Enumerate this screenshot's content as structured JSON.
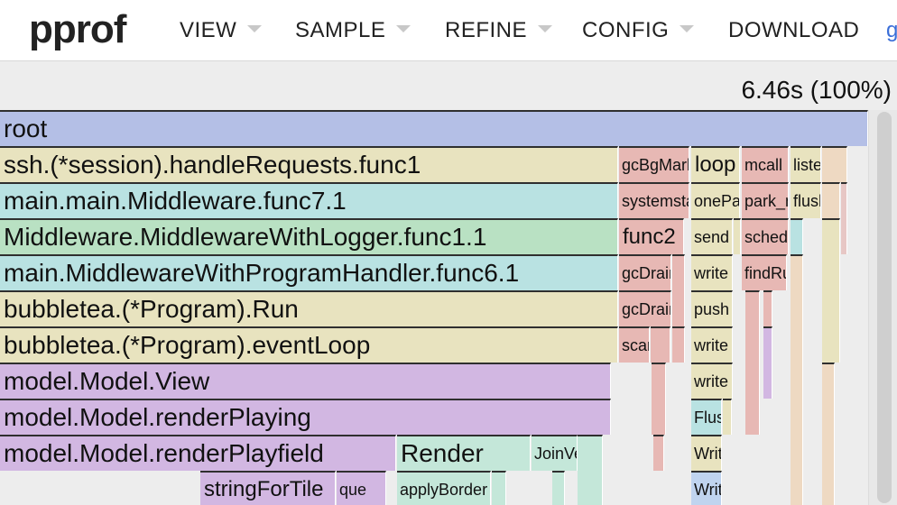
{
  "app": {
    "logo": "pprof"
  },
  "menu": {
    "items": [
      {
        "label": "VIEW"
      },
      {
        "label": "SAMPLE"
      },
      {
        "label": "REFINE"
      },
      {
        "label": "CONFIG"
      },
      {
        "label": "DOWNLOAD"
      }
    ],
    "edge_link": "g"
  },
  "summary": {
    "total": "6.46s (100%)"
  },
  "colors": {
    "root": "#b4bfe6",
    "yellow": "#e8e3bf",
    "cyan": "#b9e2e2",
    "green": "#b9e1c3",
    "purple": "#d2b7e2",
    "salmon": "#e7b8b4",
    "pink": "#e7c7c5",
    "mint": "#c4e7d9",
    "tan": "#eed9c2",
    "blue": "#c0d4ef"
  },
  "flame": {
    "frames": [
      {
        "label": "root",
        "color": "root"
      },
      {
        "label": "ssh.(*session).handleRequests.func1",
        "color": "yellow"
      },
      {
        "label": "main.main.Middleware.func7.1",
        "color": "cyan"
      },
      {
        "label": "Middleware.MiddlewareWithLogger.func1.1",
        "color": "green"
      },
      {
        "label": "main.MiddlewareWithProgramHandler.func6.1",
        "color": "cyan"
      },
      {
        "label": "bubbletea.(*Program).Run",
        "color": "yellow"
      },
      {
        "label": "bubbletea.(*Program).eventLoop",
        "color": "yellow"
      },
      {
        "label": "model.Model.View",
        "color": "purple"
      },
      {
        "label": "model.Model.renderPlaying",
        "color": "purple"
      },
      {
        "label": "model.Model.renderPlayfield",
        "color": "purple"
      },
      {
        "label": "Render",
        "color": "mint"
      },
      {
        "label": "JoinVertical",
        "color": "mint"
      },
      {
        "label": "stringForTile",
        "color": "purple"
      },
      {
        "label": "que",
        "color": "purple"
      },
      {
        "label": "applyBorder",
        "color": "mint"
      },
      {
        "label": "gcBgMarkWorker",
        "color": "salmon"
      },
      {
        "label": "systemstack",
        "color": "salmon"
      },
      {
        "label": "func2",
        "color": "salmon"
      },
      {
        "label": "gcDrain",
        "color": "salmon"
      },
      {
        "label": "gcDrain",
        "color": "salmon"
      },
      {
        "label": "scanobject",
        "color": "salmon"
      },
      {
        "label": "loop",
        "color": "yellow"
      },
      {
        "label": "onePass",
        "color": "yellow"
      },
      {
        "label": "send",
        "color": "yellow"
      },
      {
        "label": "write",
        "color": "yellow"
      },
      {
        "label": "push",
        "color": "yellow"
      },
      {
        "label": "write",
        "color": "yellow"
      },
      {
        "label": "write",
        "color": "yellow"
      },
      {
        "label": "Flush",
        "color": "cyan"
      },
      {
        "label": "Write",
        "color": "yellow"
      },
      {
        "label": "Write",
        "color": "blue"
      },
      {
        "label": "mcall",
        "color": "salmon"
      },
      {
        "label": "park_m",
        "color": "salmon"
      },
      {
        "label": "schedule",
        "color": "salmon"
      },
      {
        "label": "findRunnable",
        "color": "salmon"
      },
      {
        "label": "listen",
        "color": "yellow"
      },
      {
        "label": "flush",
        "color": "yellow"
      }
    ]
  }
}
